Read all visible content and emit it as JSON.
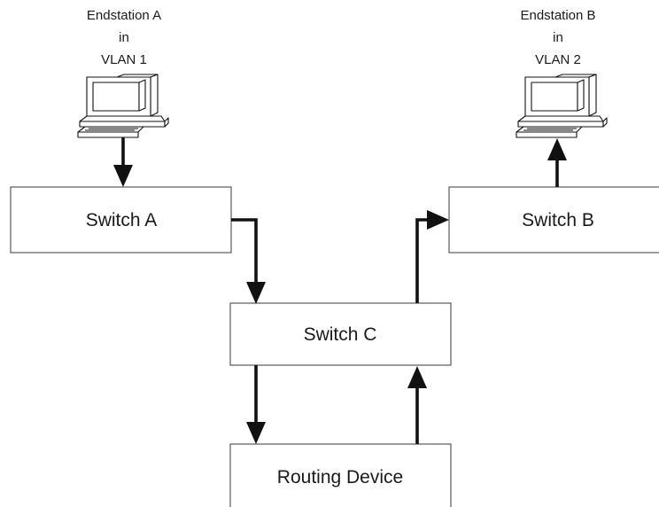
{
  "diagram": {
    "nodes": {
      "endstation_a": {
        "line1": "Endstation A",
        "line2": "in",
        "line3": "VLAN 1"
      },
      "endstation_b": {
        "line1": "Endstation B",
        "line2": "in",
        "line3": "VLAN 2"
      },
      "switch_a": {
        "label": "Switch A"
      },
      "switch_b": {
        "label": "Switch B"
      },
      "switch_c": {
        "label": "Switch C"
      },
      "routing_device": {
        "label": "Routing Device"
      }
    },
    "edges": [
      {
        "from": "endstation_a",
        "to": "switch_a"
      },
      {
        "from": "switch_a",
        "to": "switch_c"
      },
      {
        "from": "switch_c",
        "to": "routing_device"
      },
      {
        "from": "routing_device",
        "to": "switch_c"
      },
      {
        "from": "switch_c",
        "to": "switch_b"
      },
      {
        "from": "switch_b",
        "to": "endstation_b"
      }
    ],
    "icons": {
      "endstation_a": "desktop-computer-icon",
      "endstation_b": "desktop-computer-icon"
    },
    "colors": {
      "line": "#111111",
      "box_border": "#3a3a3a",
      "background": "#ffffff"
    }
  }
}
